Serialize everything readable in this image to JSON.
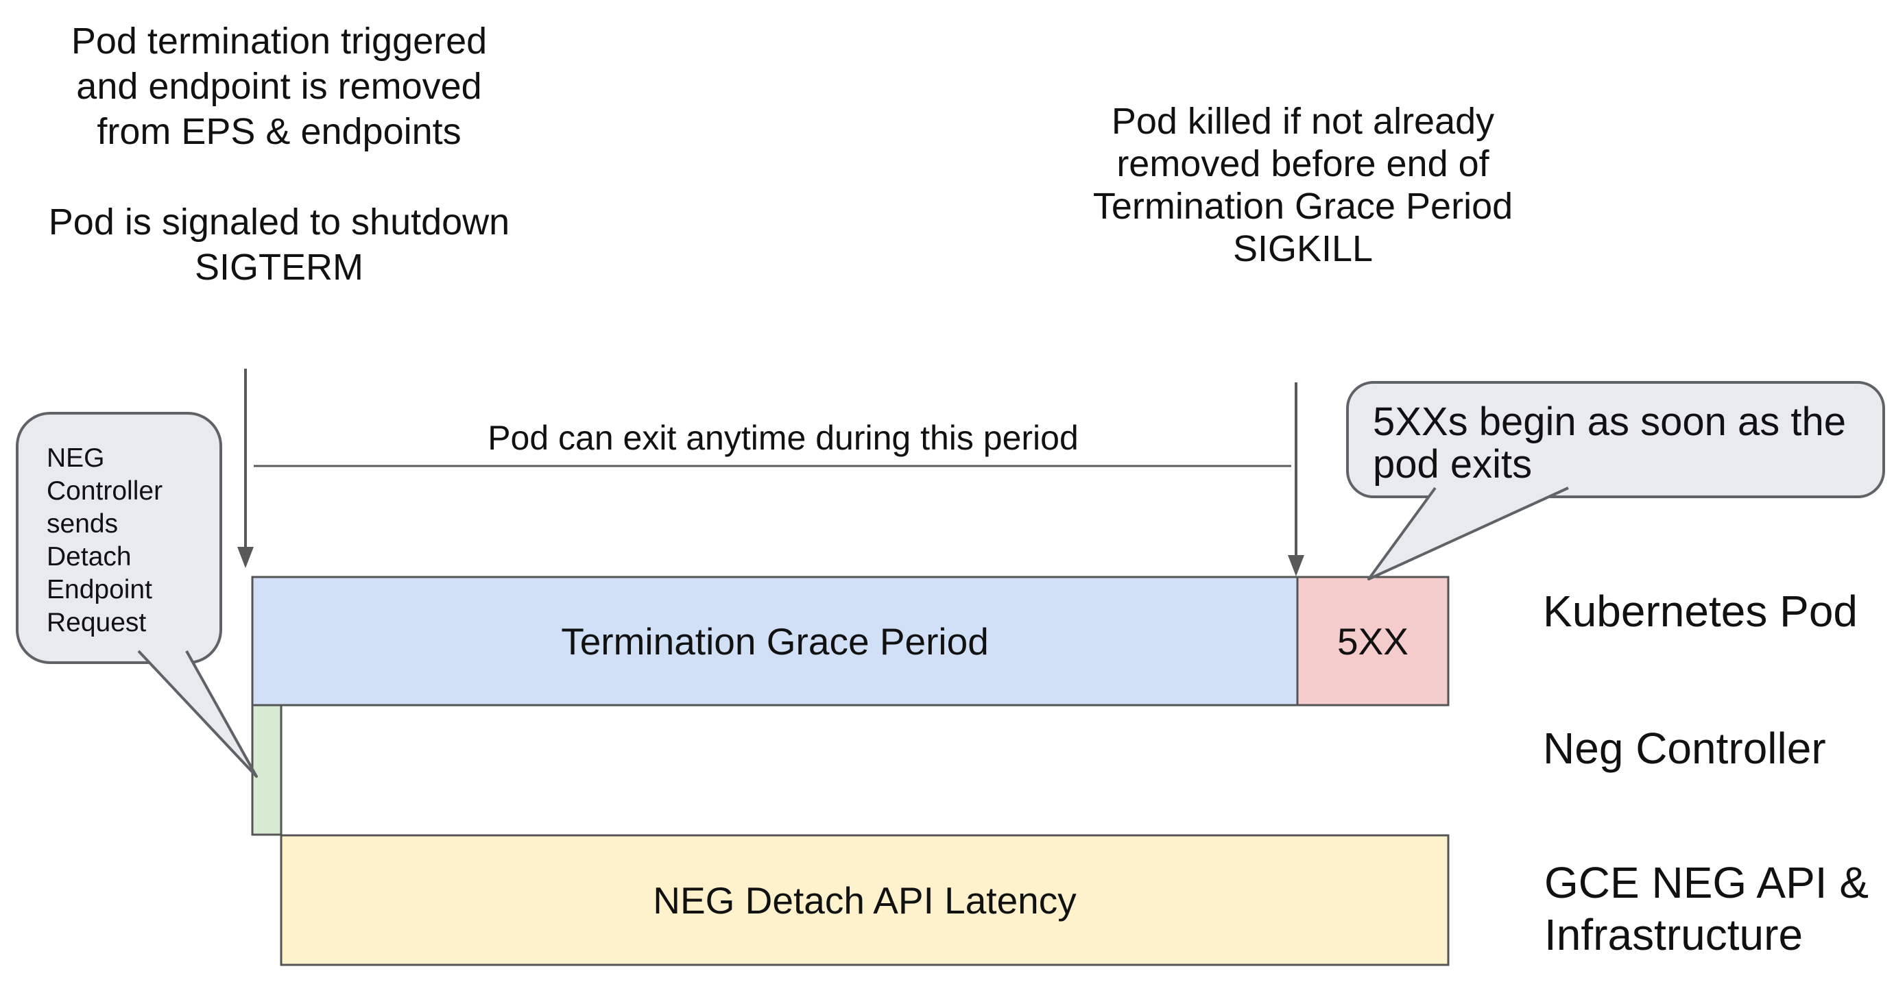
{
  "colors": {
    "pod_bar": "#d1e0f6",
    "error_bar": "#f4cccc",
    "controller_bar": "#d9ead3",
    "api_bar": "#fdf2cc",
    "callout_fill": "#e8eaed"
  },
  "annotations": {
    "pod_termination": "Pod termination triggered\nand endpoint is removed\nfrom EPS & endpoints\n\nPod is signaled to shutdown\nSIGTERM",
    "pod_killed": "Pod killed if not already\nremoved before end of\nTermination Grace Period\nSIGKILL",
    "exit_window": "Pod can exit anytime during this period"
  },
  "callouts": {
    "neg_controller": "NEG\nController\nsends\nDetach\nEndpoint\nRequest",
    "five_xx": "5XXs begin as soon as the\npod exits"
  },
  "bars": {
    "grace_period": {
      "label": "Termination Grace Period"
    },
    "five_xx": {
      "label": "5XX"
    },
    "detach_latency": {
      "label": "NEG Detach API Latency"
    }
  },
  "lanes": {
    "kubernetes_pod": "Kubernetes Pod",
    "neg_controller": "Neg Controller",
    "gce_neg_api": "GCE NEG API &\nInfrastructure"
  }
}
